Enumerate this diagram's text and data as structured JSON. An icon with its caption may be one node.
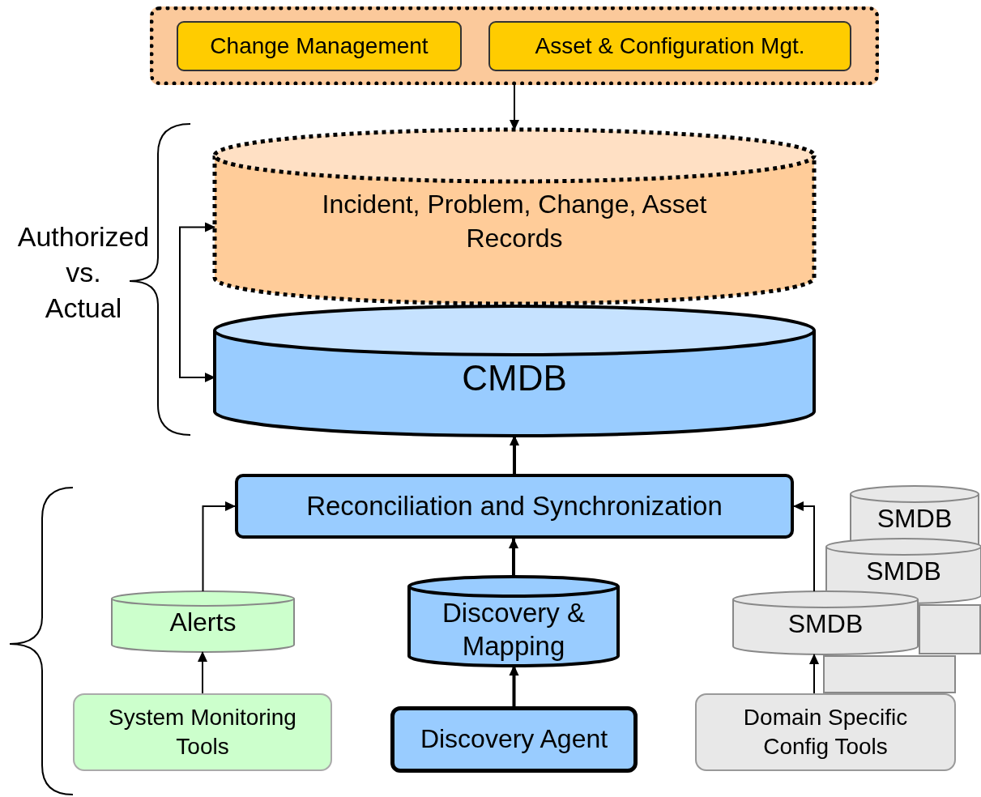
{
  "diagram": {
    "nodes": [
      {
        "text": [],
        "shape": "box"
      },
      {
        "text": [
          "Change Management"
        ],
        "in": 0
      },
      {
        "text": [
          "Asset & Configuration Mgt."
        ],
        "in": 0
      },
      {
        "text": [
          "Incident, Problem, Change, Asset Records"
        ]
      },
      {
        "text": [
          "CMDB"
        ]
      },
      {
        "text": [
          "Reconciliation and Synchronization"
        ]
      },
      {
        "text": [
          "SMDB"
        ]
      },
      {
        "text": [
          "SMDB"
        ]
      },
      {
        "text": [],
        "shape": "box"
      },
      {
        "text": [
          "Alerts"
        ]
      },
      {
        "text": [
          "Discovery & Mapping"
        ]
      },
      {
        "text": [
          "SMDB"
        ]
      },
      {
        "text": [],
        "shape": "box"
      },
      {
        "text": [
          "System Monitoring Tools"
        ]
      },
      {
        "text": [
          "Discovery Agent"
        ]
      },
      {
        "text": [
          "Domain Specific Config Tools"
        ]
      }
    ],
    "edges": [
      {
        "from": 0,
        "to": 3,
        "arrow": "to"
      },
      {
        "from": 3,
        "to": 4,
        "arrow": "both"
      },
      {
        "from": 5,
        "to": 4,
        "arrow": "to",
        "style": "thick"
      },
      {
        "from": 9,
        "to": 5,
        "arrow": "to"
      },
      {
        "from": 10,
        "to": 5,
        "arrow": "to",
        "style": "thick"
      },
      {
        "from": 14,
        "to": 10,
        "arrow": "to",
        "style": "thick"
      },
      {
        "from": 13,
        "to": 9,
        "arrow": "to"
      },
      {
        "from": 15,
        "to": 11,
        "arrow": "to"
      },
      {
        "from": 11,
        "to": 5,
        "arrow": "to"
      }
    ],
    "labels": [
      "Authorized vs. Actual"
    ]
  }
}
